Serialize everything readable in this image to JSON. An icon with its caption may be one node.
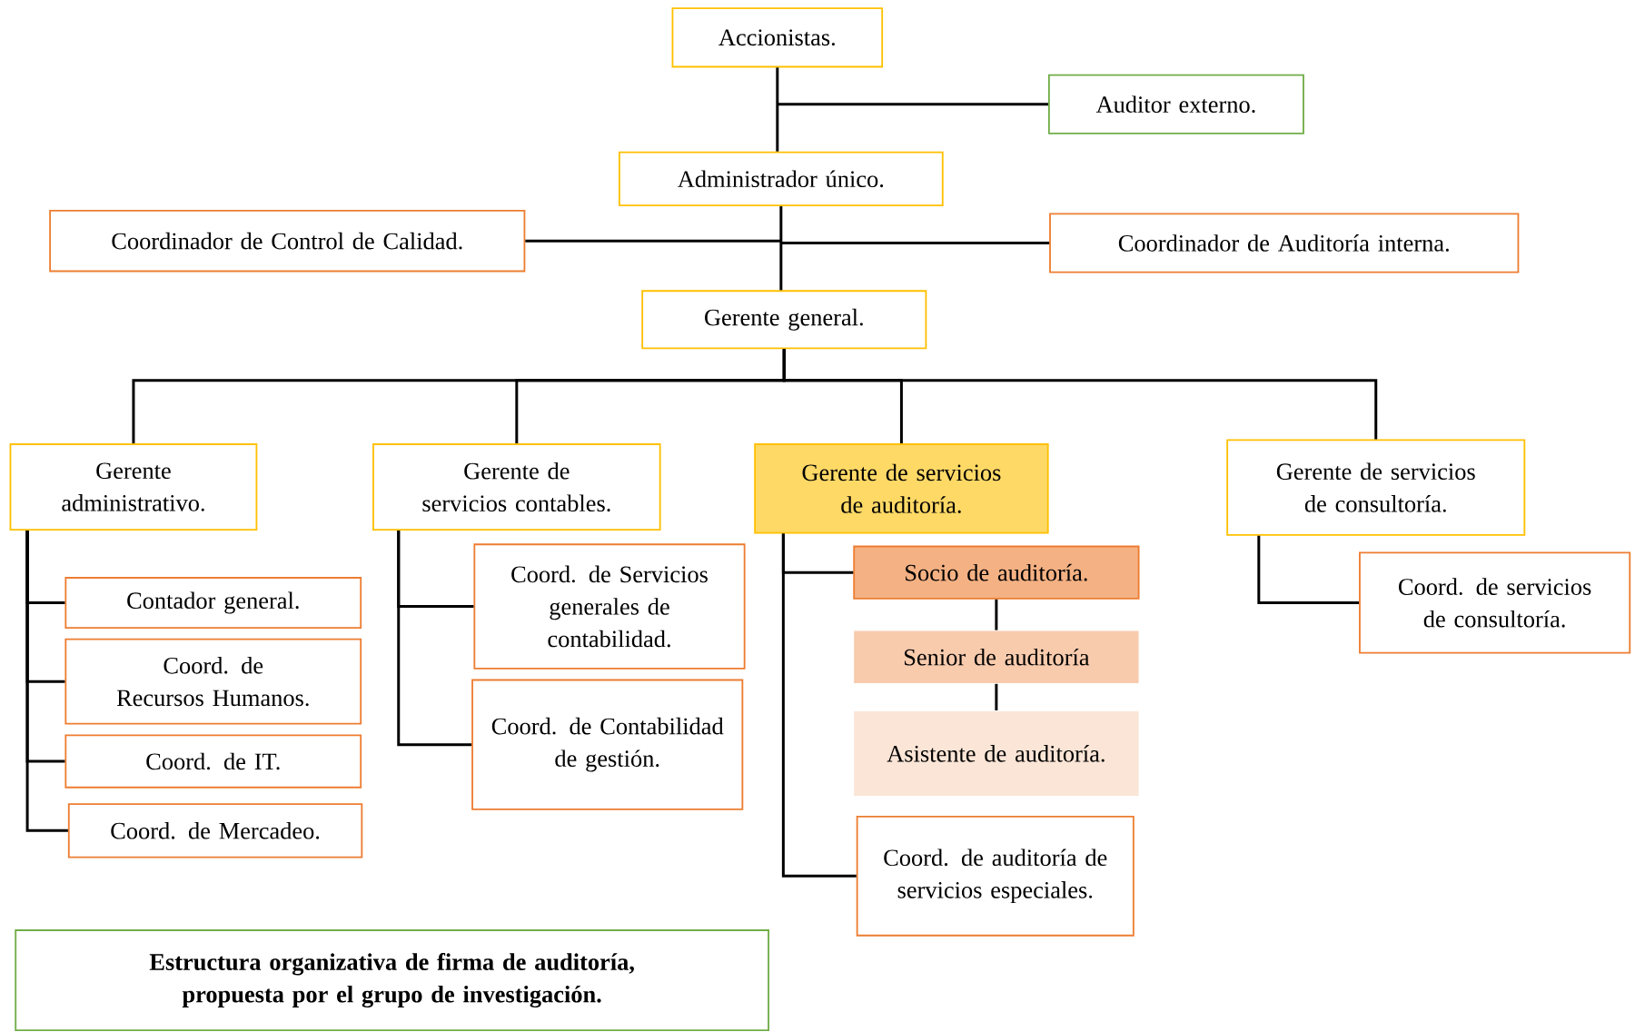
{
  "diagram": {
    "nodes": [
      {
        "text": [
          "Accionistas."
        ]
      },
      {
        "text": [
          "Auditor externo."
        ]
      },
      {
        "text": [
          "Administrador único."
        ]
      },
      {
        "text": [
          "Coordinador de Control de Calidad."
        ]
      },
      {
        "text": [
          "Coordinador de Auditoría interna."
        ]
      },
      {
        "text": [
          "Gerente general."
        ]
      },
      {
        "text": [
          "Gerente administrativo."
        ]
      },
      {
        "text": [
          "Gerente de servicios contables."
        ]
      },
      {
        "text": [
          "Gerente de servicios de auditoría."
        ]
      },
      {
        "text": [
          "Gerente de servicios de consultoría."
        ]
      },
      {
        "text": [
          "Contador general."
        ]
      },
      {
        "text": [
          "Coord. de Recursos Humanos."
        ]
      },
      {
        "text": [
          "Coord. de IT."
        ]
      },
      {
        "text": [
          "Coord. de Mercadeo."
        ]
      },
      {
        "text": [
          "Coord. de Servicios generales de contabilidad."
        ]
      },
      {
        "text": [
          "Coord. de Contabilidad de gestión."
        ]
      },
      {
        "text": [
          "Socio de auditoría."
        ]
      },
      {
        "text": [
          "Senior de auditoría"
        ]
      },
      {
        "text": [
          "Asistente de auditoría."
        ]
      },
      {
        "text": [
          "Coord. de auditoría de servicios especiales."
        ]
      },
      {
        "text": [
          "Coord. de servicios de consultoría."
        ]
      },
      {
        "text": [
          "Estructura organizativa de firma de auditoría, propuesta por el grupo de investigación."
        ]
      }
    ],
    "edges": [
      {
        "from": 0,
        "to": 2,
        "arrow": "none"
      },
      {
        "from": 0,
        "to": 1,
        "arrow": "none"
      },
      {
        "from": 2,
        "to": 3,
        "arrow": "none"
      },
      {
        "from": 2,
        "to": 4,
        "arrow": "none"
      },
      {
        "from": 2,
        "to": 5,
        "arrow": "none"
      },
      {
        "from": 5,
        "to": 6,
        "arrow": "none"
      },
      {
        "from": 5,
        "to": 7,
        "arrow": "none"
      },
      {
        "from": 5,
        "to": 8,
        "arrow": "none"
      },
      {
        "from": 5,
        "to": 9,
        "arrow": "none"
      },
      {
        "from": 6,
        "to": 10,
        "arrow": "none"
      },
      {
        "from": 6,
        "to": 11,
        "arrow": "none"
      },
      {
        "from": 6,
        "to": 12,
        "arrow": "none"
      },
      {
        "from": 6,
        "to": 13,
        "arrow": "none"
      },
      {
        "from": 7,
        "to": 14,
        "arrow": "none"
      },
      {
        "from": 7,
        "to": 15,
        "arrow": "none"
      },
      {
        "from": 8,
        "to": 16,
        "arrow": "none"
      },
      {
        "from": 16,
        "to": 17,
        "arrow": "none"
      },
      {
        "from": 17,
        "to": 18,
        "arrow": "none"
      },
      {
        "from": 8,
        "to": 19,
        "arrow": "none"
      },
      {
        "from": 9,
        "to": 20,
        "arrow": "none"
      }
    ]
  }
}
